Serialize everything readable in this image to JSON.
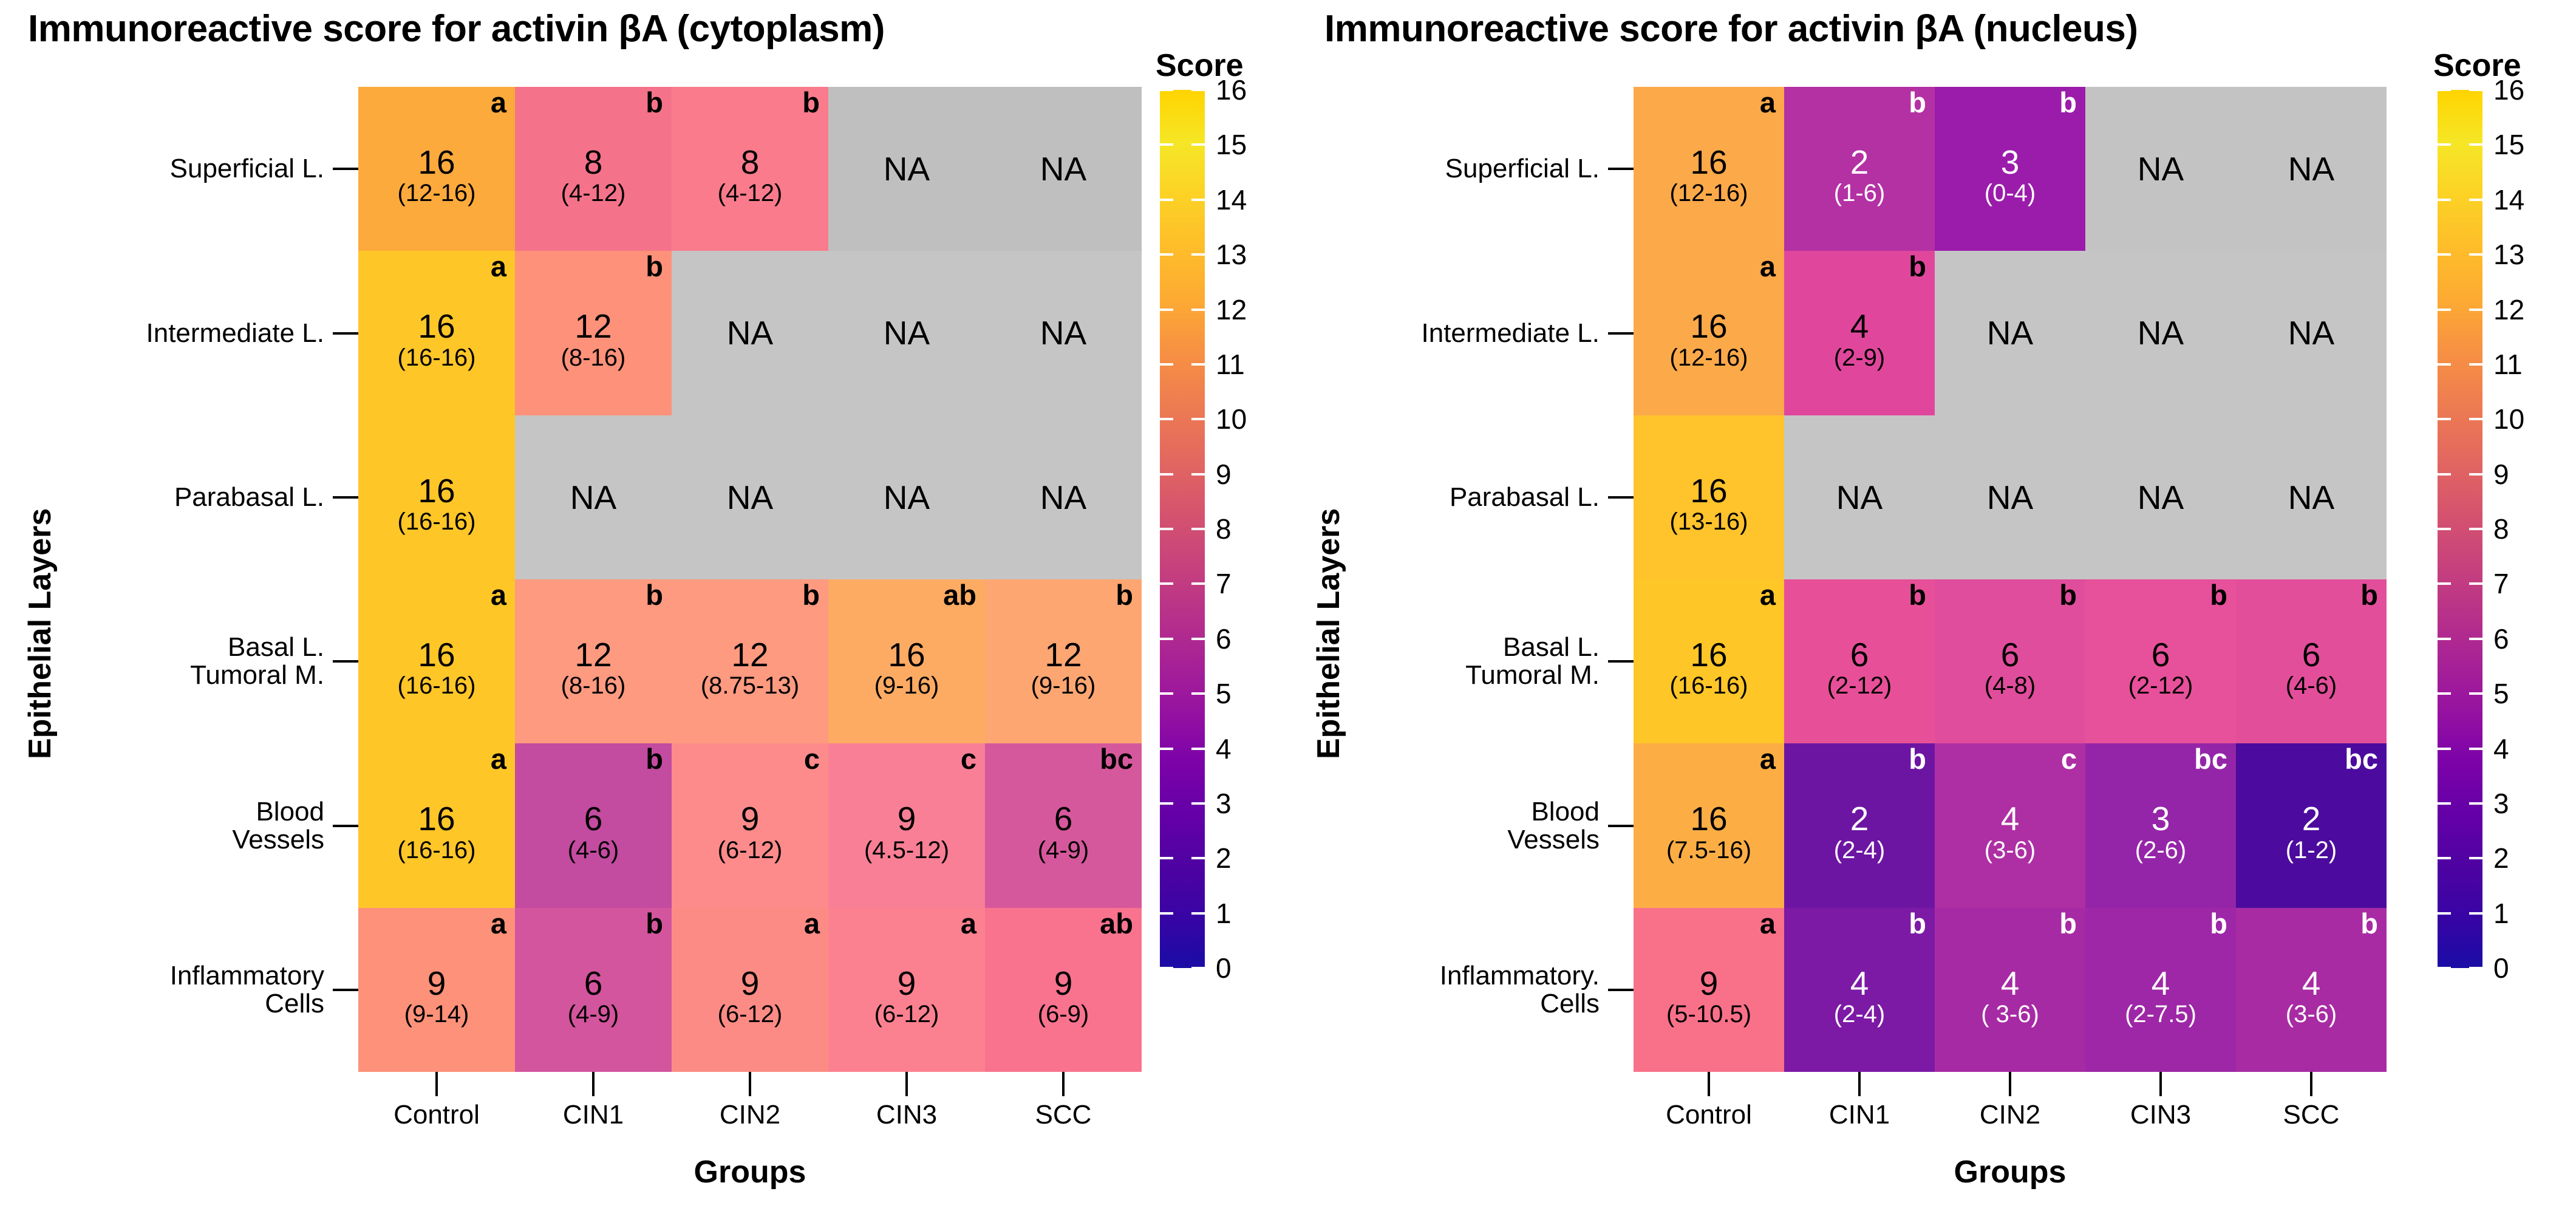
{
  "panels": [
    {
      "id": "cytoplasm",
      "title": "Immunoreactive score for activin βA (cytoplasm)",
      "ylabel": "Epithelial Layers",
      "xlabel": "Groups",
      "colorbar_title": "Score",
      "rows": [
        "Superficial L.",
        "Intermediate L.",
        "Parabasal L.",
        "Basal L.\nTumoral M.",
        "Blood\nVessels",
        "Inflammatory\nCells"
      ],
      "columns": [
        "Control",
        "CIN1",
        "CIN2",
        "CIN3",
        "SCC"
      ]
    },
    {
      "id": "nucleus",
      "title": "Immunoreactive score for activin βA (nucleus)",
      "ylabel": "Epithelial Layers",
      "xlabel": "Groups",
      "colorbar_title": "Score",
      "rows": [
        "Superficial L.",
        "Intermediate L.",
        "Parabasal L.",
        "Basal L.\nTumoral M.",
        "Blood\nVessels",
        "Inflammatory.\nCells"
      ],
      "columns": [
        "Control",
        "CIN1",
        "CIN2",
        "CIN3",
        "SCC"
      ]
    }
  ],
  "colorbar": {
    "title": "Score",
    "ticks": [
      "16",
      "15",
      "14",
      "13",
      "12",
      "11",
      "10",
      "9",
      "8",
      "7",
      "6",
      "5",
      "4",
      "3",
      "2",
      "1",
      "0"
    ],
    "min": 0,
    "max": 16,
    "colormap": "plasma",
    "na_color": "#c6c6c6"
  },
  "chart_data": [
    {
      "type": "heatmap",
      "title": "Immunoreactive score for activin βA (cytoplasm)",
      "xlabel": "Groups",
      "ylabel": "Epithelial Layers",
      "colorbar_label": "Score",
      "zlim": [
        0,
        16
      ],
      "x": [
        "Control",
        "CIN1",
        "CIN2",
        "CIN3",
        "SCC"
      ],
      "y": [
        "Superficial L.",
        "Intermediate L.",
        "Parabasal L.",
        "Basal L. Tumoral M.",
        "Blood Vessels",
        "Inflammatory Cells"
      ],
      "cells": [
        [
          {
            "value": "16",
            "range": "(12-16)",
            "sig": "a",
            "z": 16,
            "color": "#fcaa3c",
            "text": "light"
          },
          {
            "value": "8",
            "range": "(4-12)",
            "sig": "b",
            "z": 8,
            "color": "#f4738a",
            "text": "light"
          },
          {
            "value": "8",
            "range": "(4-12)",
            "sig": "b",
            "z": 8,
            "color": "#f97b8c",
            "text": "light"
          },
          {
            "value": "NA",
            "range": "",
            "sig": "",
            "z": null,
            "color": "#c0bfbf",
            "text": "light"
          },
          {
            "value": "NA",
            "range": "",
            "sig": "",
            "z": null,
            "color": "#c0bfbf",
            "text": "light"
          }
        ],
        [
          {
            "value": "16",
            "range": "(16-16)",
            "sig": "a",
            "z": 16,
            "color": "#ffc628",
            "text": "light"
          },
          {
            "value": "12",
            "range": "(8-16)",
            "sig": "b",
            "z": 12,
            "color": "#fd9179",
            "text": "light"
          },
          {
            "value": "NA",
            "range": "",
            "sig": "",
            "z": null,
            "color": "#c6c5c5",
            "text": "light"
          },
          {
            "value": "NA",
            "range": "",
            "sig": "",
            "z": null,
            "color": "#c6c5c5",
            "text": "light"
          },
          {
            "value": "NA",
            "range": "",
            "sig": "",
            "z": null,
            "color": "#c6c5c5",
            "text": "light"
          }
        ],
        [
          {
            "value": "16",
            "range": "(16-16)",
            "sig": "",
            "z": 16,
            "color": "#ffc628",
            "text": "light"
          },
          {
            "value": "NA",
            "range": "",
            "sig": "",
            "z": null,
            "color": "#c6c5c5",
            "text": "light"
          },
          {
            "value": "NA",
            "range": "",
            "sig": "",
            "z": null,
            "color": "#c6c5c5",
            "text": "light"
          },
          {
            "value": "NA",
            "range": "",
            "sig": "",
            "z": null,
            "color": "#c6c5c5",
            "text": "light"
          },
          {
            "value": "NA",
            "range": "",
            "sig": "",
            "z": null,
            "color": "#c6c5c5",
            "text": "light"
          }
        ],
        [
          {
            "value": "16",
            "range": "(16-16)",
            "sig": "a",
            "z": 16,
            "color": "#ffc628",
            "text": "light"
          },
          {
            "value": "12",
            "range": "(8-16)",
            "sig": "b",
            "z": 12,
            "color": "#fd9a80",
            "text": "light"
          },
          {
            "value": "12",
            "range": "(8.75-13)",
            "sig": "b",
            "z": 12,
            "color": "#fd9a80",
            "text": "light"
          },
          {
            "value": "16",
            "range": "(9-16)",
            "sig": "ab",
            "z": 16,
            "color": "#fdab63",
            "text": "light"
          },
          {
            "value": "12",
            "range": "(9-16)",
            "sig": "b",
            "z": 12,
            "color": "#fda672",
            "text": "light"
          }
        ],
        [
          {
            "value": "16",
            "range": "(16-16)",
            "sig": "a",
            "z": 16,
            "color": "#ffc628",
            "text": "light"
          },
          {
            "value": "6",
            "range": "(4-6)",
            "sig": "b",
            "z": 6,
            "color": "#c34ba0",
            "text": "light"
          },
          {
            "value": "9",
            "range": "(6-12)",
            "sig": "c",
            "z": 9,
            "color": "#fd8b8b",
            "text": "light"
          },
          {
            "value": "9",
            "range": "(4.5-12)",
            "sig": "c",
            "z": 9,
            "color": "#f87f95",
            "text": "light"
          },
          {
            "value": "6",
            "range": "(4-9)",
            "sig": "bc",
            "z": 6,
            "color": "#d6589c",
            "text": "light"
          }
        ],
        [
          {
            "value": "9",
            "range": "(9-14)",
            "sig": "a",
            "z": 9,
            "color": "#fd9179",
            "text": "light"
          },
          {
            "value": "6",
            "range": "(4-9)",
            "sig": "b",
            "z": 6,
            "color": "#d3559e",
            "text": "light"
          },
          {
            "value": "9",
            "range": "(6-12)",
            "sig": "a",
            "z": 9,
            "color": "#fd8b85",
            "text": "light"
          },
          {
            "value": "9",
            "range": "(6-12)",
            "sig": "a",
            "z": 9,
            "color": "#fb8190",
            "text": "light"
          },
          {
            "value": "9",
            "range": "(6-9)",
            "sig": "ab",
            "z": 9,
            "color": "#f9738f",
            "text": "light"
          }
        ]
      ]
    },
    {
      "type": "heatmap",
      "title": "Immunoreactive score for activin βA (nucleus)",
      "xlabel": "Groups",
      "ylabel": "Epithelial Layers",
      "colorbar_label": "Score",
      "zlim": [
        0,
        16
      ],
      "x": [
        "Control",
        "CIN1",
        "CIN2",
        "CIN3",
        "SCC"
      ],
      "y": [
        "Superficial L.",
        "Intermediate L.",
        "Parabasal L.",
        "Basal L. Tumoral M.",
        "Blood Vessels",
        "Inflammatory. Cells"
      ],
      "cells": [
        [
          {
            "value": "16",
            "range": "(12-16)",
            "sig": "a",
            "z": 16,
            "color": "#fca94a",
            "text": "light"
          },
          {
            "value": "2",
            "range": "(1-6)",
            "sig": "b",
            "z": 2,
            "color": "#b431a4",
            "text": "dark"
          },
          {
            "value": "3",
            "range": "(0-4)",
            "sig": "b",
            "z": 3,
            "color": "#9b1cab",
            "text": "dark"
          },
          {
            "value": "NA",
            "range": "",
            "sig": "",
            "z": null,
            "color": "#c4c3c3",
            "text": "light"
          },
          {
            "value": "NA",
            "range": "",
            "sig": "",
            "z": null,
            "color": "#c4c3c3",
            "text": "light"
          }
        ],
        [
          {
            "value": "16",
            "range": "(12-16)",
            "sig": "a",
            "z": 16,
            "color": "#fca94a",
            "text": "light"
          },
          {
            "value": "4",
            "range": "(2-9)",
            "sig": "b",
            "z": 4,
            "color": "#e0479c",
            "text": "light"
          },
          {
            "value": "NA",
            "range": "",
            "sig": "",
            "z": null,
            "color": "#c6c5c5",
            "text": "light"
          },
          {
            "value": "NA",
            "range": "",
            "sig": "",
            "z": null,
            "color": "#c6c5c5",
            "text": "light"
          },
          {
            "value": "NA",
            "range": "",
            "sig": "",
            "z": null,
            "color": "#c6c5c5",
            "text": "light"
          }
        ],
        [
          {
            "value": "16",
            "range": "(13-16)",
            "sig": "",
            "z": 16,
            "color": "#ffc32c",
            "text": "light"
          },
          {
            "value": "NA",
            "range": "",
            "sig": "",
            "z": null,
            "color": "#c6c5c5",
            "text": "light"
          },
          {
            "value": "NA",
            "range": "",
            "sig": "",
            "z": null,
            "color": "#c6c5c5",
            "text": "light"
          },
          {
            "value": "NA",
            "range": "",
            "sig": "",
            "z": null,
            "color": "#c6c5c5",
            "text": "light"
          },
          {
            "value": "NA",
            "range": "",
            "sig": "",
            "z": null,
            "color": "#c6c5c5",
            "text": "light"
          }
        ],
        [
          {
            "value": "16",
            "range": "(16-16)",
            "sig": "a",
            "z": 16,
            "color": "#ffc628",
            "text": "light"
          },
          {
            "value": "6",
            "range": "(2-12)",
            "sig": "b",
            "z": 6,
            "color": "#e75098",
            "text": "light"
          },
          {
            "value": "6",
            "range": "(4-8)",
            "sig": "b",
            "z": 6,
            "color": "#e04d9c",
            "text": "light"
          },
          {
            "value": "6",
            "range": "(2-12)",
            "sig": "b",
            "z": 6,
            "color": "#e7509a",
            "text": "light"
          },
          {
            "value": "6",
            "range": "(4-6)",
            "sig": "b",
            "z": 6,
            "color": "#e34e9b",
            "text": "light"
          }
        ],
        [
          {
            "value": "16",
            "range": "(7.5-16)",
            "sig": "a",
            "z": 16,
            "color": "#fcae45",
            "text": "light"
          },
          {
            "value": "2",
            "range": "(2-4)",
            "sig": "b",
            "z": 2,
            "color": "#6d15a3",
            "text": "dark"
          },
          {
            "value": "4",
            "range": "(3-6)",
            "sig": "c",
            "z": 4,
            "color": "#ae2fa3",
            "text": "dark"
          },
          {
            "value": "3",
            "range": "(2-6)",
            "sig": "bc",
            "z": 3,
            "color": "#9525a8",
            "text": "dark"
          },
          {
            "value": "2",
            "range": "(1-2)",
            "sig": "bc",
            "z": 2,
            "color": "#4c0b9e",
            "text": "dark"
          }
        ],
        [
          {
            "value": "9",
            "range": "(5-10.5)",
            "sig": "a",
            "z": 9,
            "color": "#f97189",
            "text": "light"
          },
          {
            "value": "4",
            "range": "(2-4)",
            "sig": "b",
            "z": 4,
            "color": "#7c1aa5",
            "text": "dark"
          },
          {
            "value": "4",
            "range": "( 3-6)",
            "sig": "b",
            "z": 4,
            "color": "#a72aa5",
            "text": "dark"
          },
          {
            "value": "4",
            "range": "(2-7.5)",
            "sig": "b",
            "z": 4,
            "color": "#9d27a6",
            "text": "dark"
          },
          {
            "value": "4",
            "range": "(3-6)",
            "sig": "b",
            "z": 4,
            "color": "#a82ba4",
            "text": "dark"
          }
        ]
      ]
    }
  ]
}
